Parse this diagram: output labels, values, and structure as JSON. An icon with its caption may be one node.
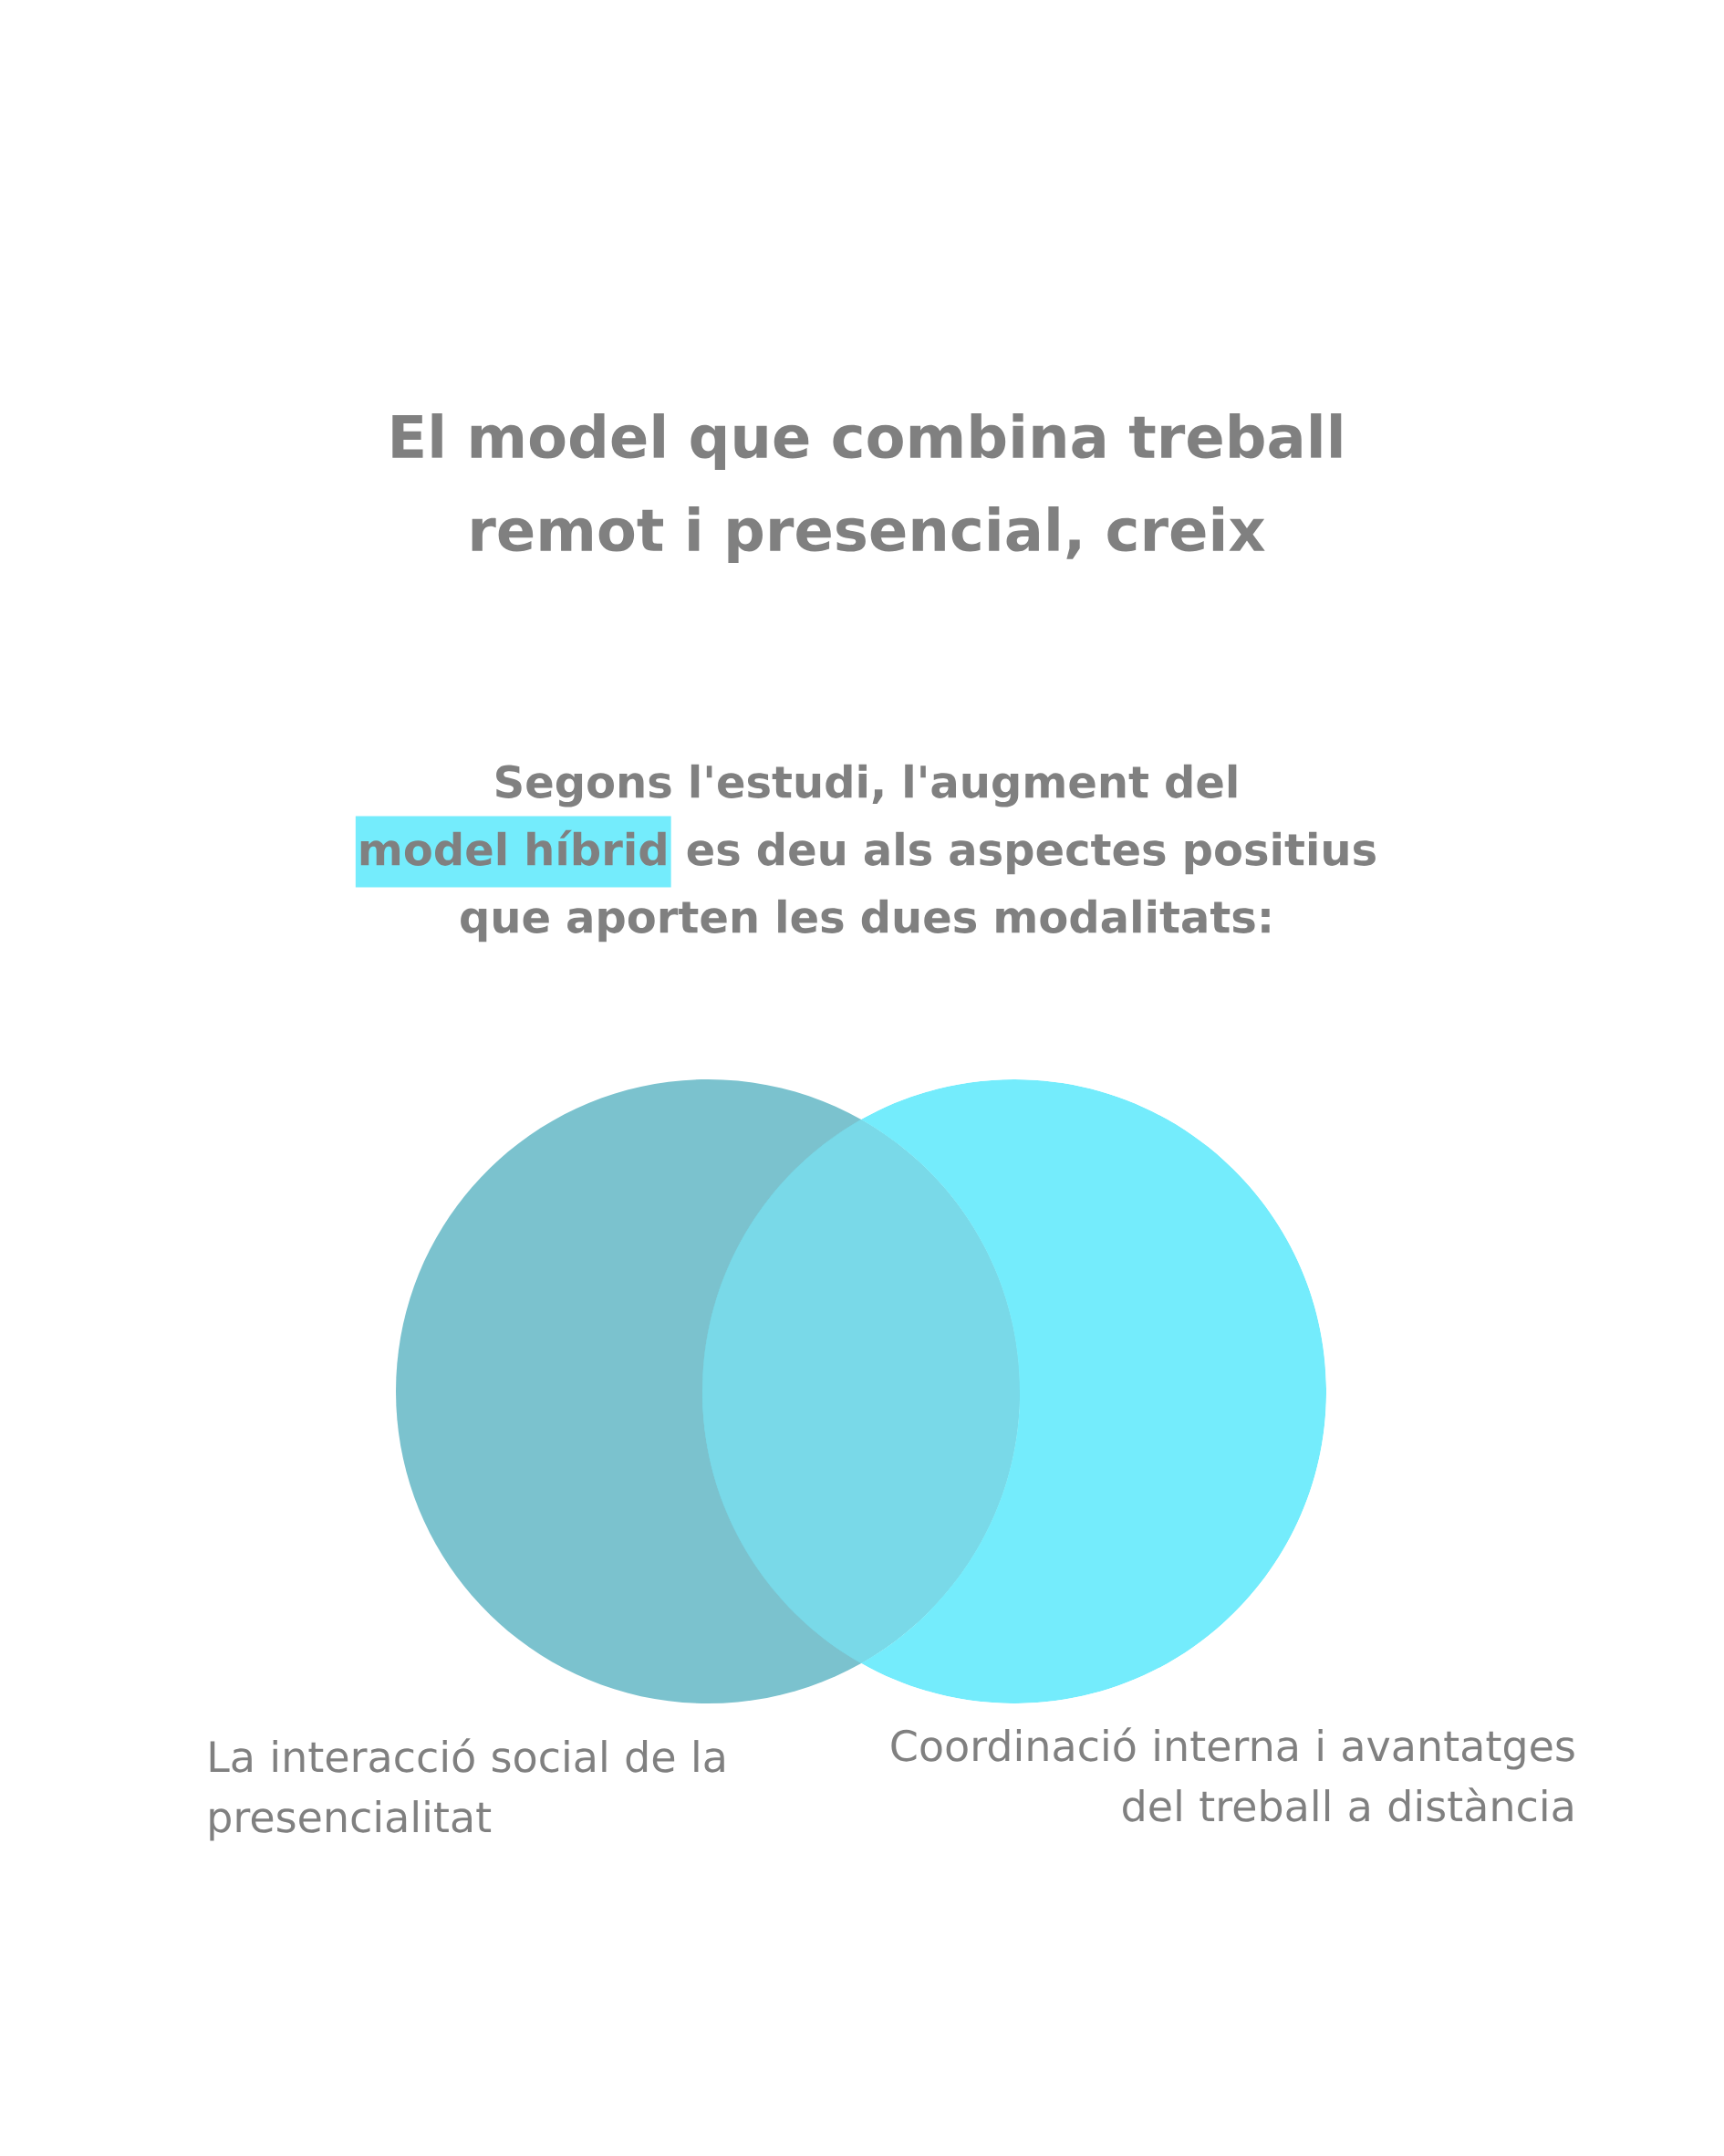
{
  "diagram": {
    "title": "El model que combina treball remot i presencial, creix",
    "nodes": [
      {
        "text": [],
        "shape": "circle",
        "beside": [
          "La interacció social de la presencialitat"
        ]
      },
      {
        "text": [],
        "shape": "circle",
        "beside": [
          "Coordinació interna i avantatges del treball a distància"
        ]
      }
    ],
    "labels": [
      "Segons l'estudi, l'augment del",
      "model híbrid",
      "es deu als aspectes positius que aporten les dues modalitats:"
    ]
  }
}
